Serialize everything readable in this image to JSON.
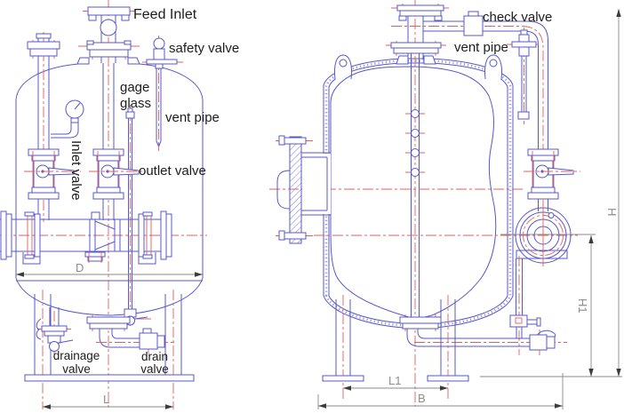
{
  "colors": {
    "drawing_blue": "#5757cb",
    "centerline_red": "#e06060",
    "dimension_gray": "#8a8a8a",
    "label_black": "#1c1c1c",
    "background": "#ffffff"
  },
  "front_view": {
    "labels": {
      "feed_inlet": "Feed Inlet",
      "safety_valve": "safety valve",
      "gage_glass_line1": "gage",
      "gage_glass_line2": "glass",
      "vent_pipe": "vent pipe",
      "inlet_valve": "Inlet valve",
      "outlet_valve": "outlet valve",
      "drainage_valve_line1": "drainage",
      "drainage_valve_line2": "valve",
      "drain_valve_line1": "drain",
      "drain_valve_line2": "valve"
    },
    "dimensions": {
      "diameter": "D",
      "leg_span": "L"
    }
  },
  "side_view": {
    "labels": {
      "check_valve": "check valve",
      "vent_pipe": "vent pipe"
    },
    "dimensions": {
      "overall_height": "H",
      "nozzle_height": "H1",
      "leg_span": "L1",
      "overall_depth": "B"
    }
  }
}
